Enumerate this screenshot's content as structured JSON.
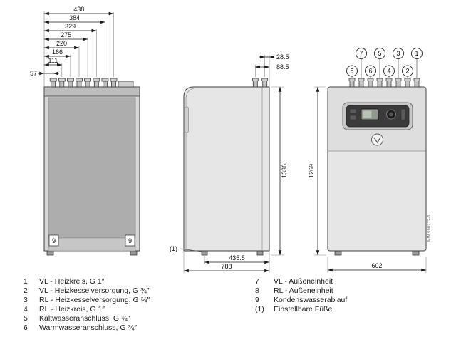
{
  "drawing": {
    "code_vertical": "MW 590772-1",
    "front_left": {
      "top_dims": [
        "438",
        "384",
        "329",
        "275",
        "220",
        "166",
        "111"
      ],
      "left_dim": "57",
      "drain_left": "9",
      "drain_right": "9"
    },
    "side": {
      "dim_rear_1": "28.5",
      "dim_rear_2": "88.5",
      "height": "1336",
      "bottom_inner": "435.5",
      "depth": "788",
      "feet_label": "(1)"
    },
    "front_right": {
      "callouts_top": [
        "7",
        "5",
        "3",
        "1"
      ],
      "callouts_bottom": [
        "8",
        "6",
        "4",
        "2"
      ],
      "height": "1269",
      "width": "602"
    }
  },
  "legend": {
    "left": [
      {
        "num": "1",
        "text": "VL - Heizkreis, G 1″"
      },
      {
        "num": "2",
        "text": "VL - Heizkesselversorgung, G ¾″"
      },
      {
        "num": "3",
        "text": "RL - Heizkesselversorgung, G ¾″"
      },
      {
        "num": "4",
        "text": "RL - Heizkreis, G 1″"
      },
      {
        "num": "5",
        "text": "Kaltwasseranschluss, G ¾″"
      },
      {
        "num": "6",
        "text": "Warmwasseranschluss, G ¾″"
      }
    ],
    "right": [
      {
        "num": "7",
        "text": "VL - Außeneinheit"
      },
      {
        "num": "8",
        "text": "RL - Außeneinheit"
      },
      {
        "num": "9",
        "text": "Kondenswasserablauf"
      },
      {
        "num": "(1)",
        "text": "Einstellbare Füße"
      }
    ]
  }
}
